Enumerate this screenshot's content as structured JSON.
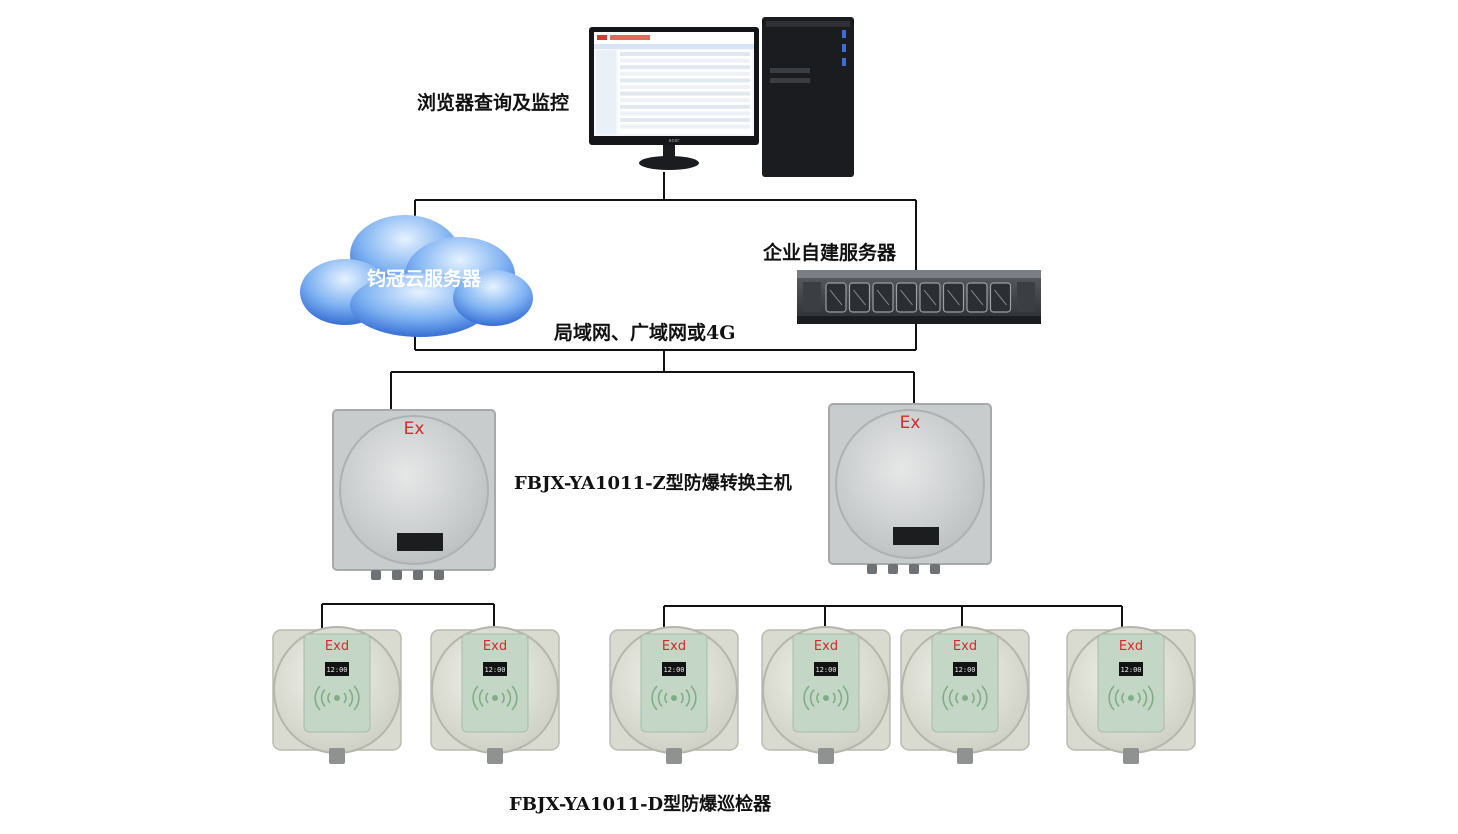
{
  "labels": {
    "browser_monitor": "浏览器查询及监控",
    "enterprise_server": "企业自建服务器",
    "cloud_server": "钧冠云服务器",
    "network": "局域网、广域网或4G",
    "converter_host": "FBJX-YA1011-Z型防爆转换主机",
    "patrol_reader": "FBJX-YA1011-D型防爆巡检器"
  },
  "device_marks": {
    "host_mark": "Ex",
    "reader_mark": "Exd",
    "reader_time": "12:00",
    "monitor_brand": "acer"
  },
  "colors": {
    "line": "#111111",
    "cloud_light": "#cfe6ff",
    "cloud_dark": "#2f6fd8",
    "host_body": "#d6d8d8",
    "reader_body": "#e4e6dc",
    "reader_panel": "#c7d8c9",
    "ex_red": "#d22b2b"
  }
}
